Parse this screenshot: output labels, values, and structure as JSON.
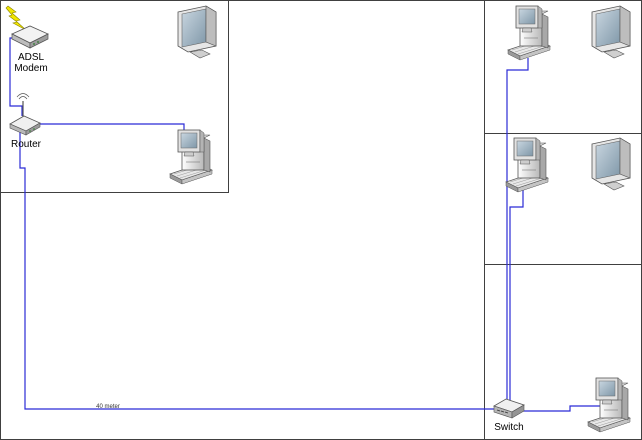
{
  "labels": {
    "modem": "ADSL\nModem",
    "router": "Router",
    "switch": "Switch",
    "cable": "40 meter"
  },
  "colors": {
    "cable": "#2b2bd6",
    "room_border": "#404040",
    "lightning": "#f2e600",
    "case_light": "#f4f4f4",
    "case_dark": "#a9a9a9",
    "screen": "#9fb6c8"
  },
  "icons": [
    "lightning-bolt-icon",
    "adsl-modem-icon",
    "router-icon",
    "desktop-pc-icon",
    "monitor-icon",
    "network-switch-icon"
  ]
}
